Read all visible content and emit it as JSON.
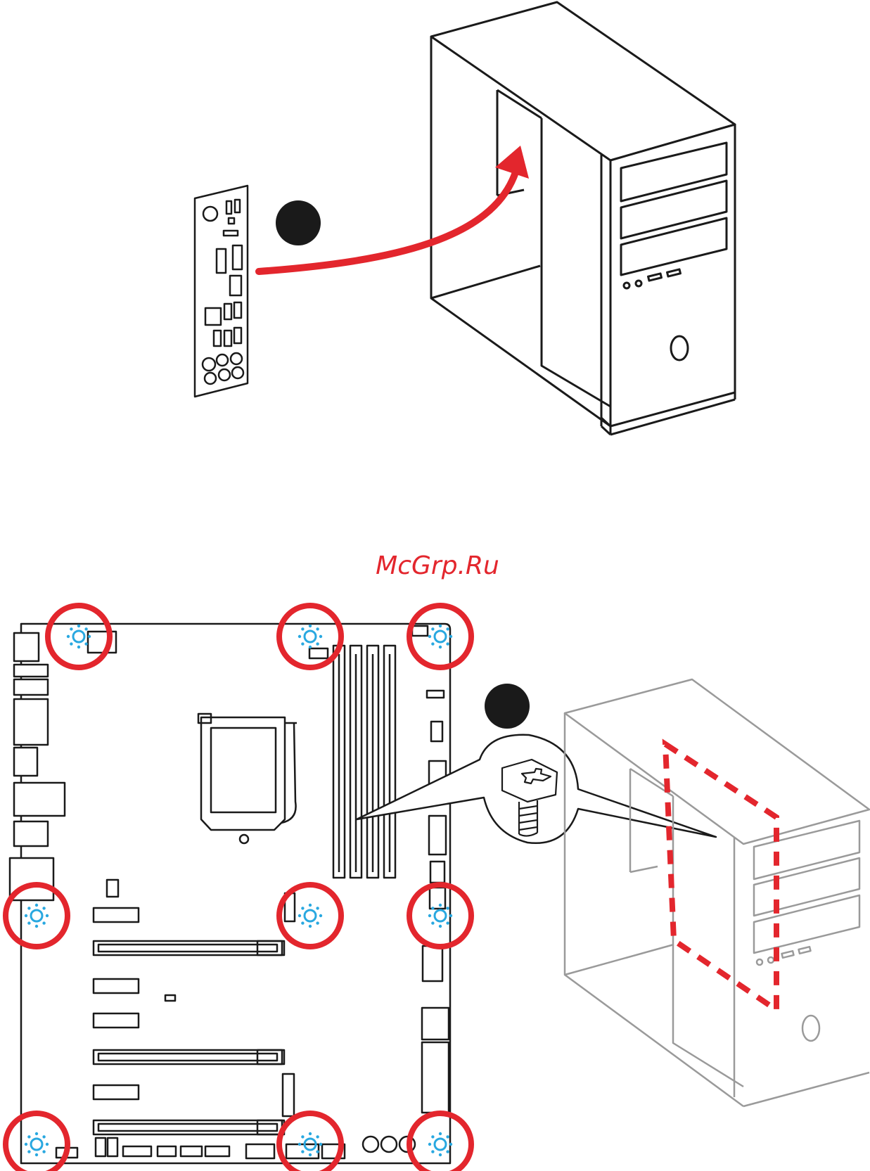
{
  "watermark": {
    "text": "McGrp.Ru",
    "color": "#e3262d"
  },
  "colors": {
    "line": "#1a1a1a",
    "arrow": "#e3262d",
    "circle": "#e3262d",
    "standoff": "#29a8e0",
    "case_gray": "#9a9a9a"
  },
  "step_markers": {
    "count": 2
  },
  "standoff_positions": {
    "count": 9
  },
  "icons": [
    "io-shield-icon",
    "pc-case-icon",
    "install-arrow-icon",
    "motherboard-icon",
    "standoff-screw-icon",
    "magnifier-callout-icon"
  ]
}
